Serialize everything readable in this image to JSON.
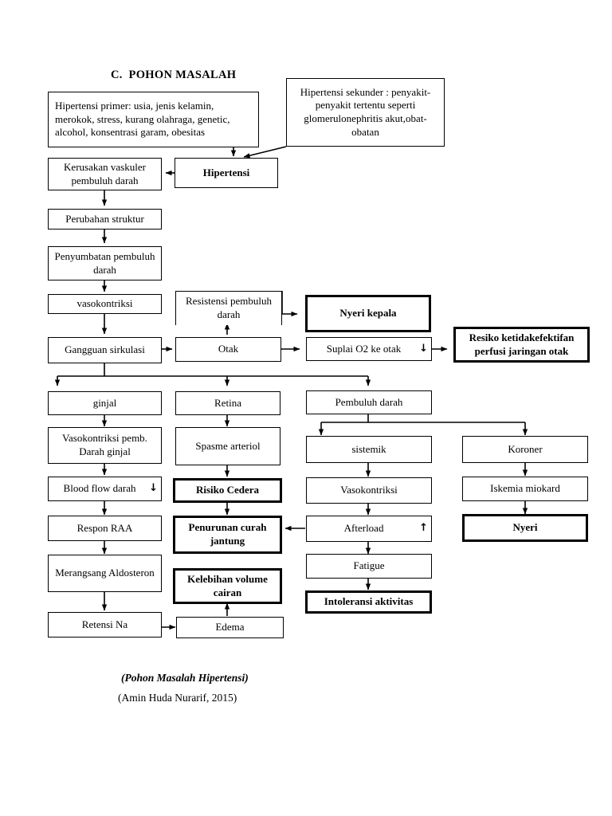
{
  "page": {
    "title": "C.  POHON MASALAH",
    "caption_main": "(Pohon Masalah Hipertensi)",
    "caption_source": "(Amin Huda Nurarif, 2015)",
    "background": "#ffffff",
    "line_color": "#000000"
  },
  "nodes": {
    "hipertensi_primer": "Hipertensi primer: usia, jenis kelamin, merokok, stress, kurang olahraga, genetic, alcohol, konsentrasi garam, obesitas",
    "hipertensi_sekunder": "Hipertensi sekunder : penyakit-penyakit tertentu seperti glomerulonephritis akut,obat-obatan",
    "hipertensi": "Hipertensi",
    "kerusakan_vaskuler": "Kerusakan vaskuler pembuluh darah",
    "perubahan_struktur": "Perubahan struktur",
    "penyumbatan": "Penyumbatan pembuluh darah",
    "vasokontriksi": "vasokontriksi",
    "gangguan_sirkulasi": "Gangguan sirkulasi",
    "resistensi": "Resistensi pembuluh darah",
    "otak": "Otak",
    "nyeri_kepala": "Nyeri kepala",
    "suplai_o2": "Suplai O2 ke otak",
    "suplai_o2_arrow": "↓",
    "resiko_perfusi": "Resiko ketidakefektifan perfusi jaringan otak",
    "ginjal": "ginjal",
    "retina": "Retina",
    "pembuluh_darah": "Pembuluh darah",
    "vasokontriksi_ginjal": "Vasokontriksi pemb. Darah ginjal",
    "spasme_arteriol": "Spasme arteriol",
    "sistemik": "sistemik",
    "koroner": "Koroner",
    "blood_flow": "Blood flow darah",
    "blood_flow_arrow": "↓",
    "risiko_cedera": "Risiko Cedera",
    "vasokontriksi2": "Vasokontriksi",
    "iskemia": "Iskemia miokard",
    "respon_raa": "Respon RAA",
    "penurunan_curah": "Penurunan curah jantung",
    "afterload": "Afterload",
    "afterload_arrow": "↑",
    "nyeri": "Nyeri",
    "merangsang": "Merangsang Aldosteron",
    "kelebihan_volume": "Kelebihan volume cairan",
    "fatigue": "Fatigue",
    "retensi_na": "Retensi Na",
    "edema": "Edema",
    "intoleransi": "Intoleransi aktivitas"
  }
}
